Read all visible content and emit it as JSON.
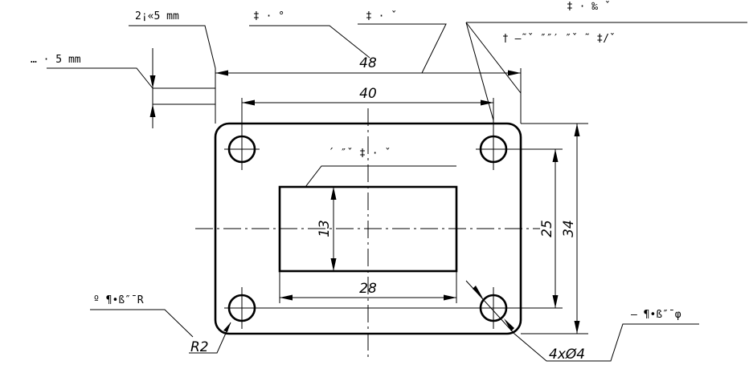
{
  "dimensions": {
    "overall_width": "48",
    "hole_spacing_x": "40",
    "hole_spacing_y": "25",
    "overall_height": "34",
    "slot_width": "28",
    "slot_height": "13",
    "corner_radius": "R2",
    "holes": "4xØ4"
  },
  "annotations": {
    "top_left": "2¡«5 mm",
    "left": "… · 5 mm",
    "top_center1": "‡ · °",
    "top_center2": "‡ · ˇ",
    "top_right1": "‡ · ‰ ˇ",
    "top_right2": "† —˜ˇ ″″′  ″ˇ ˜ ‡/ˇ",
    "slot_note": "´ ″ˇ ‡ · ˇ",
    "radius_note": "º ¶•ß″¯R",
    "hole_note": "– ¶•ß″¯φ"
  }
}
